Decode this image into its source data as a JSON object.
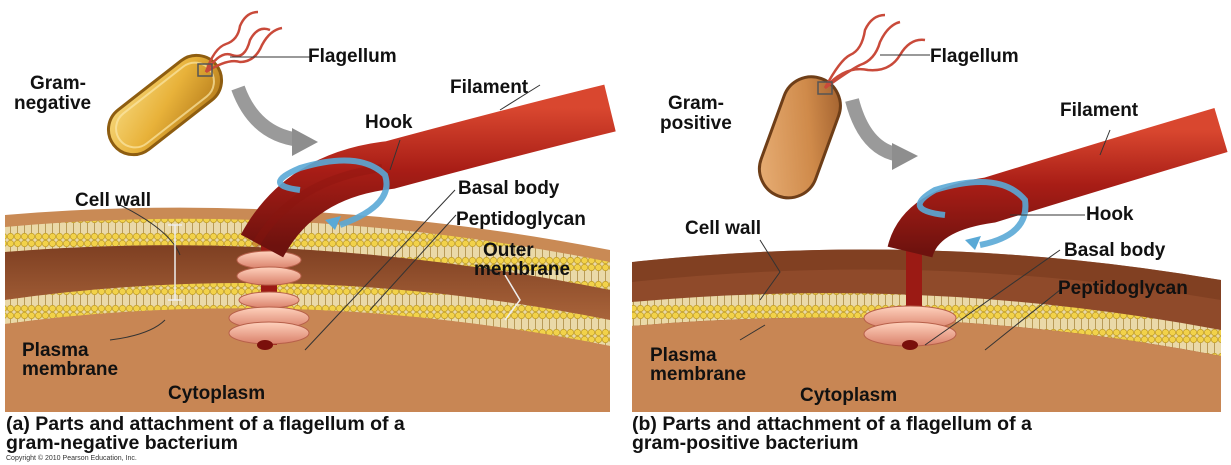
{
  "panel_a": {
    "flagellum": "Flagellum",
    "gram_line1": "Gram-",
    "gram_line2": "negative",
    "filament": "Filament",
    "hook": "Hook",
    "cell_wall": "Cell wall",
    "basal_body": "Basal body",
    "peptidoglycan": "Peptidoglycan",
    "outer_line1": "Outer",
    "outer_line2": "membrane",
    "plasma_line1": "Plasma",
    "plasma_line2": "membrane",
    "cytoplasm": "Cytoplasm",
    "caption_tag": "(a)",
    "caption_line1": "Parts and attachment of a flagellum of a",
    "caption_line2": "gram-negative bacterium"
  },
  "panel_b": {
    "flagellum": "Flagellum",
    "gram_line1": "Gram-",
    "gram_line2": "positive",
    "filament": "Filament",
    "hook": "Hook",
    "cell_wall": "Cell wall",
    "basal_body": "Basal body",
    "peptidoglycan": "Peptidoglycan",
    "plasma_line1": "Plasma",
    "plasma_line2": "membrane",
    "cytoplasm": "Cytoplasm",
    "caption_tag": "(b)",
    "caption_line1": "Parts and attachment of a flagellum of a",
    "caption_line2": "gram-positive bacterium"
  },
  "copyright": "Copyright © 2010 Pearson Education, Inc.",
  "colors": {
    "cytoplasm": "#c98a55",
    "peptidoglycan": "#9a5530",
    "membrane_head": "#f2d24a",
    "flagellum_red": "#b3261e",
    "basal_rings": "#f0a88a",
    "cell_gold": "#e8b23a",
    "rotation_arrow": "#5aa9d6"
  }
}
